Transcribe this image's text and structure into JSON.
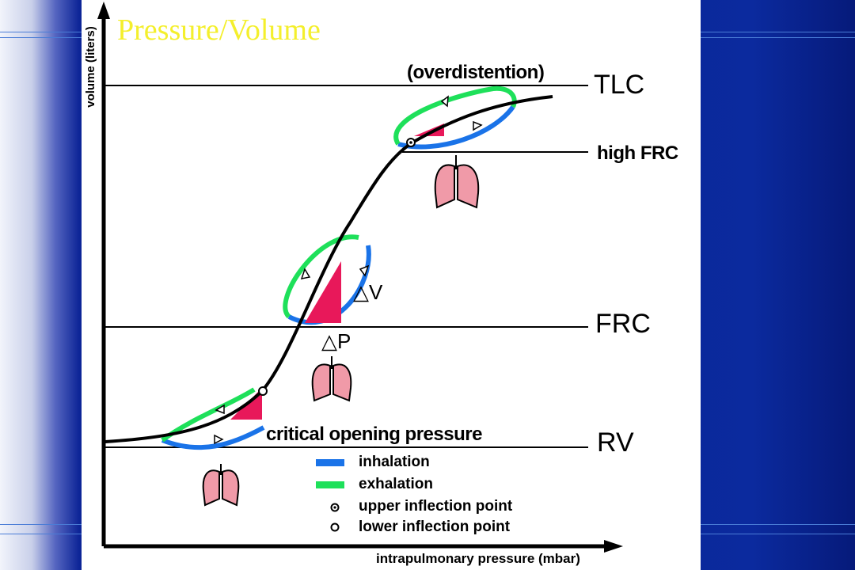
{
  "slide": {
    "title": "Pressure/Volume",
    "colors": {
      "background": "#0a1f8c",
      "title": "#f4ef2c",
      "panel": "#ffffff"
    }
  },
  "diagram": {
    "y_axis_label": "volume (liters)",
    "x_axis_label": "intrapulmonary pressure (mbar)",
    "levels": {
      "tlc": "TLC",
      "high_frc": "high FRC",
      "frc": "FRC",
      "rv": "RV"
    },
    "annotations": {
      "overdistention": "(overdistention)",
      "critical_opening": "critical opening pressure",
      "delta_v": "△V",
      "delta_p": "△P"
    },
    "legend": [
      {
        "label": "inhalation",
        "color": "#1a73e8",
        "symbol": "bar"
      },
      {
        "label": "exhalation",
        "color": "#1ee05a",
        "symbol": "bar"
      },
      {
        "label": "upper inflection point",
        "symbol": "dot-circle"
      },
      {
        "label": "lower inflection point",
        "symbol": "circle"
      }
    ],
    "colors": {
      "inhalation": "#1a73e8",
      "exhalation": "#1ee05a",
      "triangle": "#e8185a",
      "curve": "#000000"
    }
  }
}
